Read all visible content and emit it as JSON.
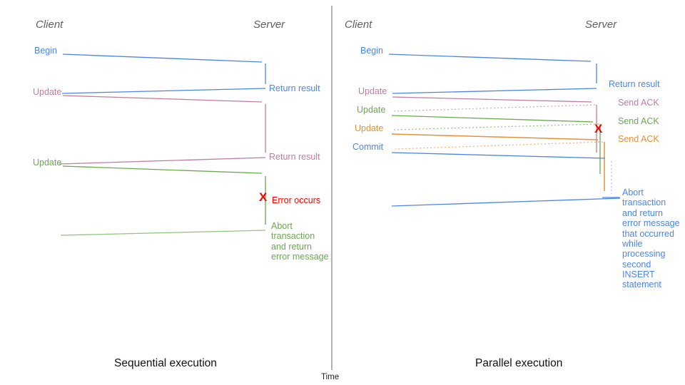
{
  "colors": {
    "blue": "#4a86e8",
    "pink": "#c27ba0",
    "green": "#6aa84f",
    "green_light": "#93c47d",
    "orange": "#e69138",
    "pink_light": "#d5a6bd",
    "orange_light": "#f6b26b",
    "blue_light": "#a4c2f4",
    "red": "#ff0000",
    "axis_gray": "#666666"
  },
  "time_axis": {
    "label": "Time"
  },
  "sequential": {
    "caption": "Sequential execution",
    "client_header": "Client",
    "server_header": "Server",
    "labels": {
      "begin": "Begin",
      "update1": "Update",
      "update2": "Update",
      "return1": "Return result",
      "return2": "Return result",
      "error_mark": "X",
      "error_text": "Error occurs",
      "abort_text": "Abort\ntransaction\nand return\nerror message"
    }
  },
  "parallel": {
    "caption": "Parallel execution",
    "client_header": "Client",
    "server_header": "Server",
    "labels": {
      "begin": "Begin",
      "update1": "Update",
      "update2": "Update",
      "update3": "Update",
      "commit": "Commit",
      "return1": "Return result",
      "ack1": "Send ACK",
      "ack2": "Send ACK",
      "ack3": "Send ACK",
      "error_mark": "X",
      "abort_text": "Abort\ntransaction\nand return\nerror message\nthat occurred\nwhile\nprocessing\nsecond\nINSERT\nstatement"
    }
  }
}
